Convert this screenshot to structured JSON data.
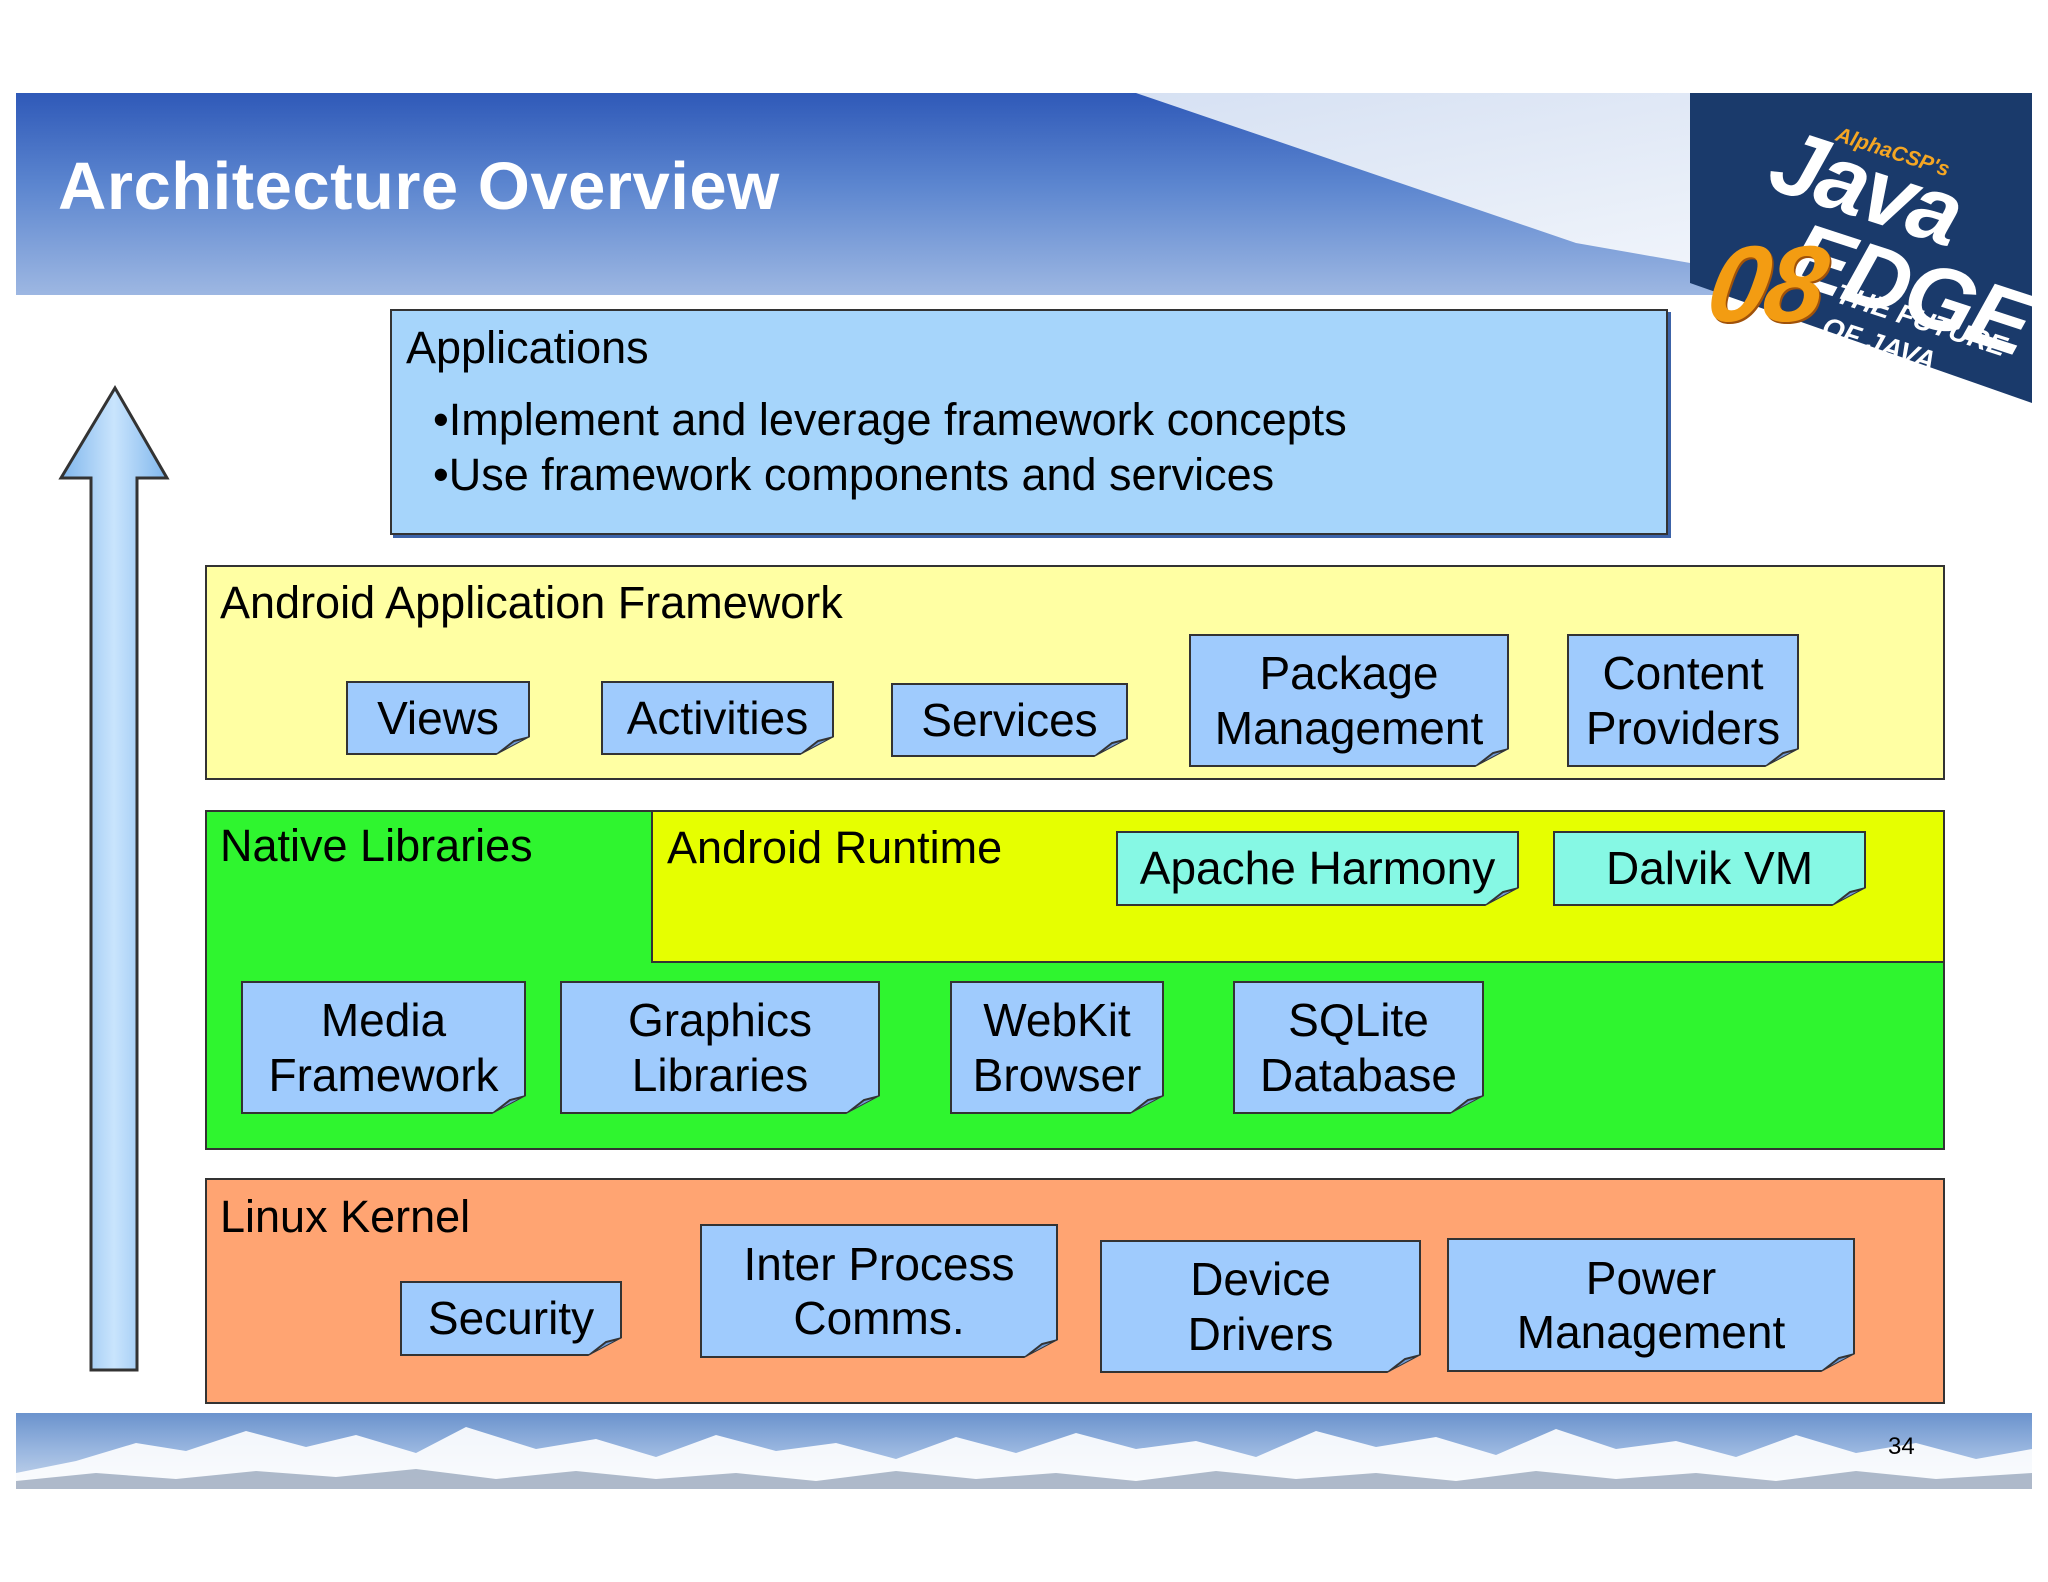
{
  "slide": {
    "title": "Architecture Overview",
    "page_number": "34"
  },
  "logo": {
    "alpha": "AlphaCSP's",
    "java": "Java",
    "edge": "EDGE",
    "year": "08",
    "tagline_1": "THE FUTURE",
    "tagline_2": "OF JAVA"
  },
  "layers": {
    "applications": {
      "title": "Applications",
      "bullets": [
        "•Implement and leverage framework concepts",
        "•Use framework components and services"
      ]
    },
    "framework": {
      "title": "Android Application Framework",
      "components": [
        [
          "Views"
        ],
        [
          "Activities"
        ],
        [
          "Services"
        ],
        [
          "Package",
          "Management"
        ],
        [
          "Content",
          "Providers"
        ]
      ]
    },
    "native": {
      "title": "Native Libraries",
      "components": [
        [
          "Media",
          "Framework"
        ],
        [
          "Graphics",
          "Libraries"
        ],
        [
          "WebKit",
          "Browser"
        ],
        [
          "SQLite",
          "Database"
        ]
      ]
    },
    "runtime": {
      "title": "Android Runtime",
      "components": [
        [
          "Apache Harmony"
        ],
        [
          "Dalvik VM"
        ]
      ]
    },
    "kernel": {
      "title": "Linux Kernel",
      "components": [
        [
          "Security"
        ],
        [
          "Inter Process",
          "Comms."
        ],
        [
          "Device",
          "Drivers"
        ],
        [
          "Power",
          "Management"
        ]
      ]
    }
  },
  "colors": {
    "applications": "#a6d5fb",
    "framework": "#ffffa3",
    "native": "#2ff52f",
    "runtime": "#e6ff00",
    "kernel": "#ffa472",
    "component": "#9fcbfd",
    "runtime_component": "#86f8e4",
    "arrow": "#a8d2fb"
  }
}
